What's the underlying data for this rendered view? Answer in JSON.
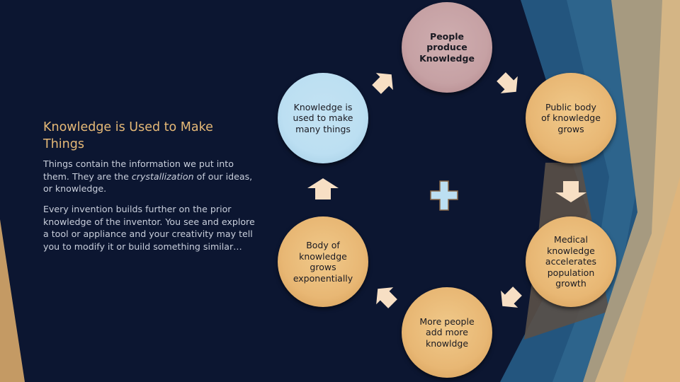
{
  "slide": {
    "title": "Knowledge is Used to Make Things",
    "paragraph1": {
      "before": "Things contain the information we put into them. They are the ",
      "emphasis": "crystallization",
      "after": " of our ideas, or knowledge."
    },
    "paragraph2": "Every invention builds further on the prior knowledge of the inventor. You see and explore a tool or appliance and your creativity may tell you to modify it or build something similar…"
  },
  "cycle": {
    "nodes": [
      {
        "lines": [
          "People",
          "produce",
          "Knowledge"
        ],
        "color": "#c6a1a4"
      },
      {
        "lines": [
          "Public body",
          "of knowledge",
          "grows"
        ],
        "color": "#e8b774"
      },
      {
        "lines": [
          "Medical",
          "knowledge",
          "accelerates",
          "population",
          "growth"
        ],
        "color": "#e8b774"
      },
      {
        "lines": [
          "More people",
          "add more",
          "knowldge"
        ],
        "color": "#e8b774"
      },
      {
        "lines": [
          "Body of",
          "knowledge",
          "grows",
          "exponentially"
        ],
        "color": "#e8b774"
      },
      {
        "lines": [
          "Knowledge is",
          "used to make",
          "many things"
        ],
        "color": "#bcdff2"
      }
    ],
    "arrow_color": "#f7dfc4",
    "center_symbol": "plus"
  },
  "colors": {
    "background": "#0c1631",
    "title": "#e6b977",
    "tan": "#c9a06a",
    "blue": "#2a628c"
  }
}
